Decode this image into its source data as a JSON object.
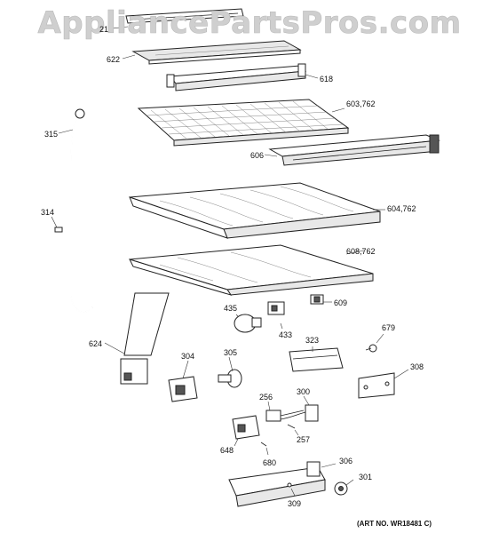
{
  "watermark": "AppliancePartsPros.com",
  "art_number": "(ART NO. WR18481 C)",
  "callouts": {
    "p21": "21",
    "p622": "622",
    "p618": "618",
    "p603": "603,762",
    "p315": "315",
    "p606": "606",
    "p314": "314",
    "p604": "604,762",
    "p608": "608,762",
    "p609": "609",
    "p435": "435",
    "p433": "433",
    "p624": "624",
    "p323": "323",
    "p679": "679",
    "p304": "304",
    "p305": "305",
    "p308": "308",
    "p256": "256",
    "p300": "300",
    "p257": "257",
    "p648": "648",
    "p680": "680",
    "p306": "306",
    "p301": "301",
    "p309": "309"
  }
}
